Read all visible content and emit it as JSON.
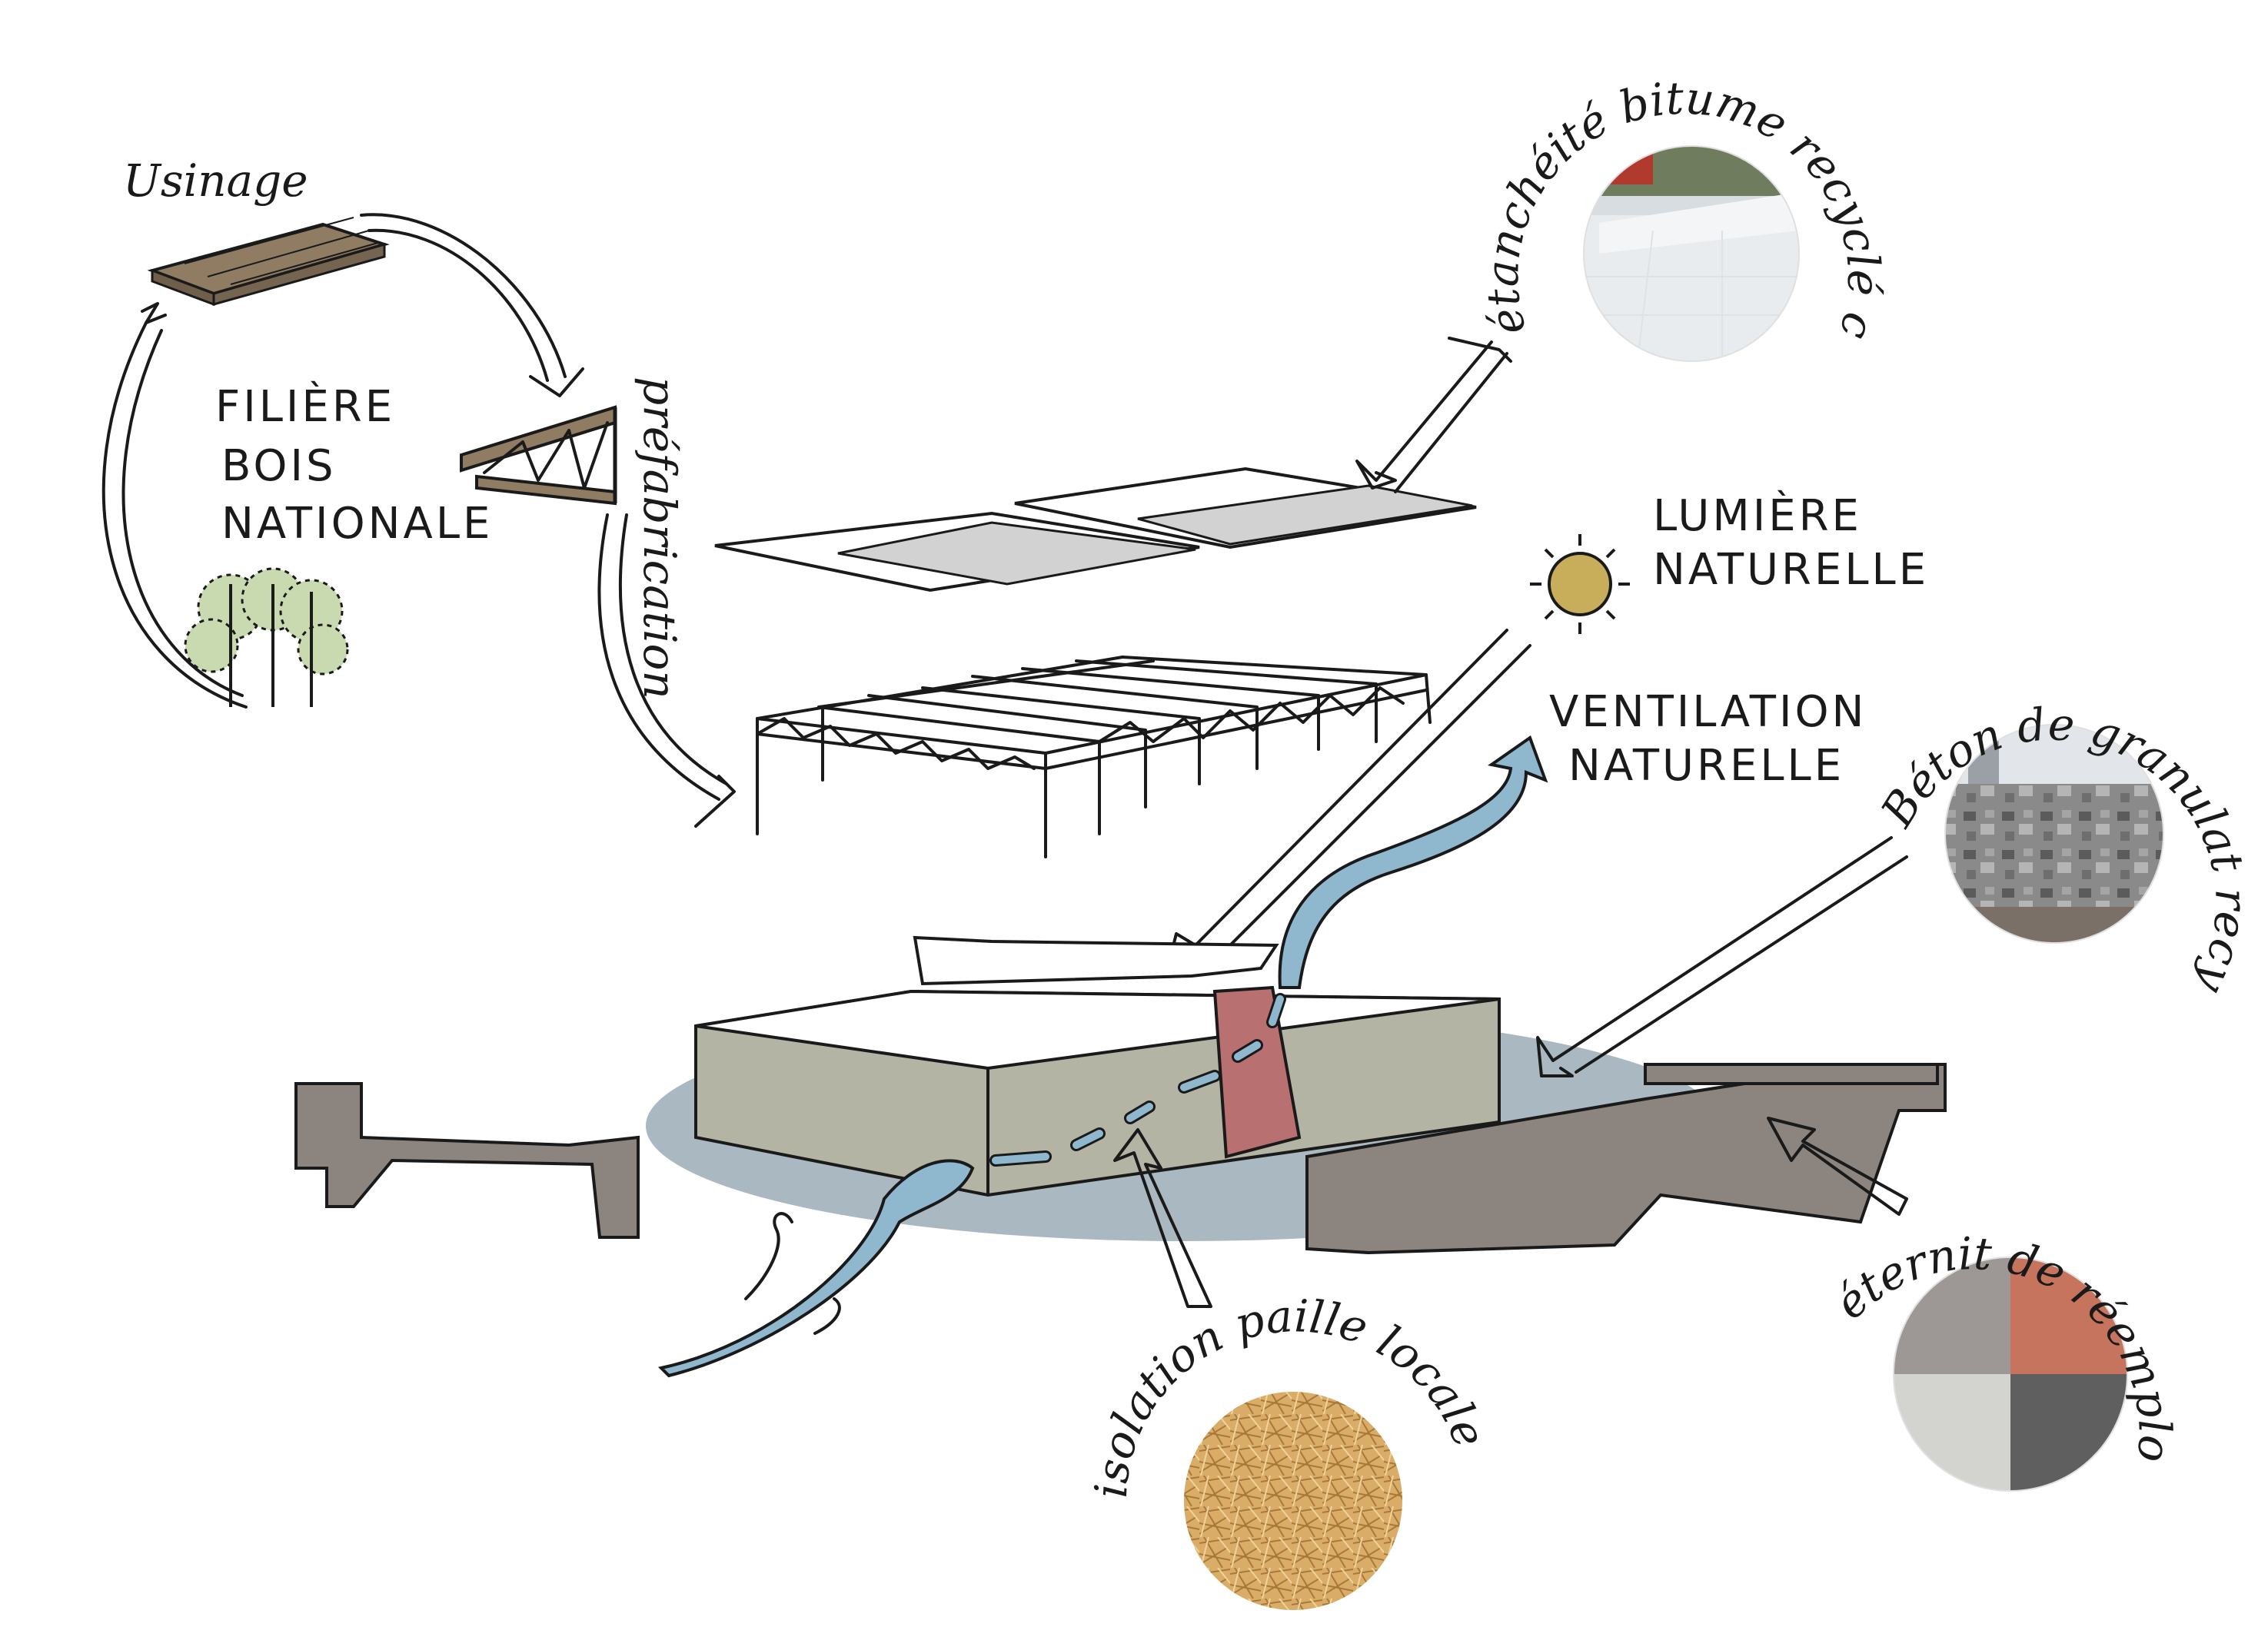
{
  "labels": {
    "usinage": "Usinage",
    "filiere_line1": "FILIÈRE",
    "filiere_line2": "BOIS",
    "filiere_line3": "NATIONALE",
    "prefabrication": "préfabrication",
    "etancheite": "étanchéité bitume recyclé claire",
    "lumiere_line1": "LUMIÈRE",
    "lumiere_line2": "NATURELLE",
    "ventilation_line1": "VENTILATION",
    "ventilation_line2": "NATURELLE",
    "beton": "Béton de granulat recyclé",
    "isolation": "isolation paille locale",
    "eternit": "éternit de réemploi"
  },
  "colors": {
    "wall_grey": "#b4b4a4",
    "ground_grey": "#8c847e",
    "shadow_blue": "#a9b8c1",
    "air_blue": "#8fb8cf",
    "red_slot": "#b87070",
    "sun_ochre": "#c8ad5a",
    "roof_grey": "#d2d2d2",
    "tree_green": "#c9dab0",
    "wood_brown": "#8f7c62",
    "straw": "#d9ad67",
    "rubble": "#7d7d7d",
    "eternit_grey": "#9d9895",
    "eternit_red": "#c6745e",
    "eternit_light": "#d3d3d0",
    "eternit_dark": "#5f5f5f"
  },
  "icons": [
    "wood-planks-icon",
    "timber-truss-icon",
    "trees-icon",
    "sun-icon",
    "air-flow-icon"
  ]
}
